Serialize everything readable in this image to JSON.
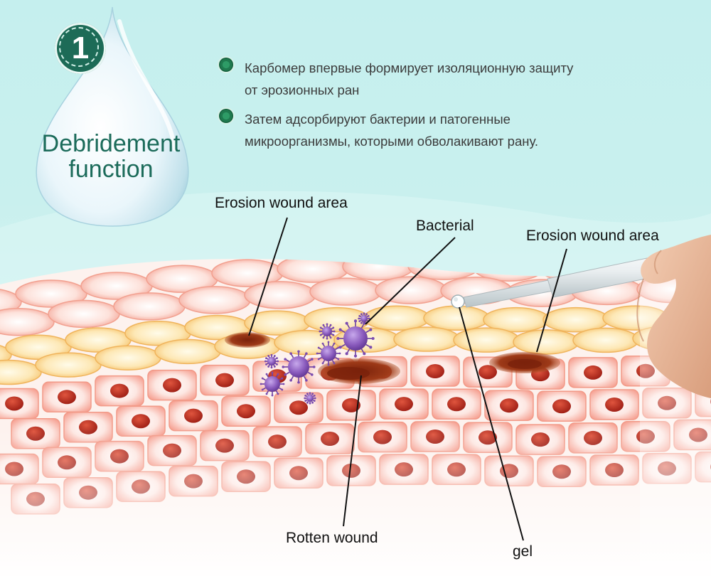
{
  "badge": {
    "number": "1"
  },
  "drop_title": {
    "line1": "Debridement",
    "line2": "function"
  },
  "bullets": [
    {
      "line1": "Карбомер впервые формирует изоляционную защиту",
      "line2": "от эрозионных ран"
    },
    {
      "line1": "Затем адсорбируют бактерии и патогенные",
      "line2": "микроорганизмы, которыми обволакивают рану."
    }
  ],
  "labels": {
    "erosion_left": "Erosion wound area",
    "bacterial": "Bacterial",
    "erosion_right": "Erosion wound area",
    "rotten": "Rotten wound",
    "gel": "gel"
  },
  "colors": {
    "title_green": "#1b6b5a",
    "badge_green": "#1d6b57",
    "bullet_green": "#1f7a4f",
    "skin_pink": "#f6a99b",
    "fat_yellow": "#f8d186",
    "nucleus": "#b8251c",
    "bacteria": "#8a5bbd",
    "wound": "#8b2c0e"
  },
  "icons": [
    "water-drop-icon",
    "bullet-dot-icon",
    "bacteria-icon",
    "applicator-icon",
    "hand-icon"
  ]
}
